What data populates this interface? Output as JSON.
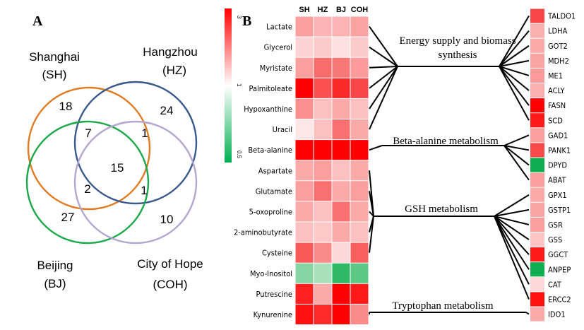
{
  "panel_a": {
    "label": "A",
    "sets": {
      "sh": {
        "name": "Shanghai",
        "abbr": "(SH)",
        "color": "#e07b22"
      },
      "hz": {
        "name": "Hangzhou",
        "abbr": "(HZ)",
        "color": "#3a5a8c"
      },
      "bj": {
        "name": "Beijing",
        "abbr": "(BJ)",
        "color": "#1aa84a"
      },
      "coh": {
        "name": "City of Hope",
        "abbr": "(COH)",
        "color": "#b3a7cf"
      }
    },
    "counts": {
      "sh_only": "18",
      "hz_only": "24",
      "bj_only": "27",
      "coh_only": "10",
      "sh_hz_bj": "7",
      "hz_coh_top": "1",
      "all": "15",
      "sh_bj_coh": "2",
      "hz_coh_bottom": "1"
    }
  },
  "panel_b": {
    "label": "B",
    "color_scale": {
      "max": "3",
      "mid": "1",
      "min": "0.5",
      "high_color": "#ff0000",
      "low_color": "#00b050"
    },
    "columns": [
      "SH",
      "HZ",
      "BJ",
      "COH"
    ],
    "metabolites": [
      "Lactate",
      "Glycerol",
      "Myristate",
      "Palmitoleate",
      "Hypoxanthine",
      "Uracil",
      "Beta-alanine",
      "Aspartate",
      "Glutamate",
      "5-oxoproline",
      "2-aminobutyrate",
      "Cysteine",
      "Myo-Inositol",
      "Putrescine",
      "Kynurenine"
    ],
    "heatmap": [
      [
        "#fb9e9e",
        "#fbb3b3",
        "#fbb3b3",
        "#fba3a3"
      ],
      [
        "#fdd2d2",
        "#fccaca",
        "#fde0e0",
        "#fccaca"
      ],
      [
        "#fb9e9e",
        "#f86c6c",
        "#f87878",
        "#fa9a9a"
      ],
      [
        "#ff0000",
        "#f95050",
        "#fa2a2a",
        "#f84545"
      ],
      [
        "#fb9090",
        "#fcc0c0",
        "#fbaaaa",
        "#fcc0c0"
      ],
      [
        "#fde6e6",
        "#fcc0c0",
        "#f87070",
        "#fbaaaa"
      ],
      [
        "#ff0000",
        "#ff0000",
        "#ff0000",
        "#ff0000"
      ],
      [
        "#fbaaaa",
        "#fb9e9e",
        "#fcc0c0",
        "#fbaaaa"
      ],
      [
        "#fb9e9e",
        "#f87070",
        "#fbaaaa",
        "#fb9e9e"
      ],
      [
        "#fbaaaa",
        "#fcc0c0",
        "#f87070",
        "#fbaaaa"
      ],
      [
        "#fcc0c0",
        "#fcc8c8",
        "#fbaaaa",
        "#fcc0c0"
      ],
      [
        "#f85a5a",
        "#fb8a8a",
        "#fdd8d8",
        "#f86060"
      ],
      [
        "#86d4a2",
        "#a8e0bc",
        "#2fb866",
        "#5cc886"
      ],
      [
        "#ff2020",
        "#fbaaaa",
        "#ff0000",
        "#ff1a1a"
      ],
      [
        "#ff1010",
        "#ff2a2a",
        "#ff0000",
        "#fb8a8a"
      ]
    ],
    "pathways": [
      "Energy supply and biomass",
      "synthesis",
      "Beta-alanine metabolism",
      "GSH metabolism",
      "Tryptophan metabolism"
    ],
    "genes": [
      {
        "name": "TALDO1",
        "color": "#f94545"
      },
      {
        "name": "LDHA",
        "color": "#fbb0b0"
      },
      {
        "name": "GOT2",
        "color": "#fbaaaa"
      },
      {
        "name": "MDH2",
        "color": "#fba4a4"
      },
      {
        "name": "ME1",
        "color": "#fb9a9a"
      },
      {
        "name": "ACLY",
        "color": "#fbb0b0"
      },
      {
        "name": "FASN",
        "color": "#ff0000"
      },
      {
        "name": "SCD",
        "color": "#ff1a1a"
      },
      {
        "name": "GAD1",
        "color": "#fb9e9e"
      },
      {
        "name": "PANK1",
        "color": "#f94a4a"
      },
      {
        "name": "DPYD",
        "color": "#0fae50"
      },
      {
        "name": "ABAT",
        "color": "#fb9e9e"
      },
      {
        "name": "GPX1",
        "color": "#fbaaaa"
      },
      {
        "name": "GSTP1",
        "color": "#fba4a4"
      },
      {
        "name": "GSR",
        "color": "#fb9e9e"
      },
      {
        "name": "GSS",
        "color": "#fcc4c4"
      },
      {
        "name": "GGCT",
        "color": "#ff1a1a"
      },
      {
        "name": "ANPEP",
        "color": "#0fae50"
      },
      {
        "name": "CAT",
        "color": "#fdd8d8"
      },
      {
        "name": "ERCC2",
        "color": "#ff1010"
      },
      {
        "name": "IDO1",
        "color": "#fbaaaa"
      }
    ]
  }
}
